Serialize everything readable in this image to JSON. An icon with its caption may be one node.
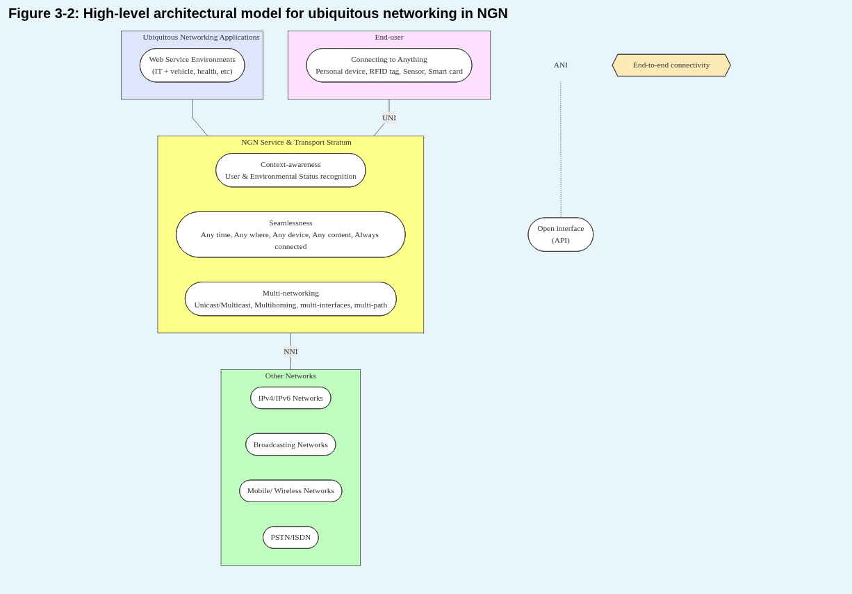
{
  "diagram": {
    "title": "Figure 3-2: High-level architectural model for ubiquitous networking in NGN",
    "nodes": [
      {
        "text": [
          "Ubiquitous Networking Applications"
        ]
      },
      {
        "text": [
          "Web Service Environments",
          "(IT + vehicle, health, etc)"
        ],
        "in": 0
      },
      {
        "text": [
          "End-user"
        ]
      },
      {
        "text": [
          "Connecting to Anything",
          "Personal device, RFID tag, Sensor, Smart card"
        ],
        "in": 2
      },
      {
        "text": [
          "NGN Service & Transport Stratum"
        ]
      },
      {
        "text": [
          "Context-awareness",
          "User & Environmental Status recognition"
        ],
        "in": 4
      },
      {
        "text": [
          "Seamlessness",
          "Any time, Any where, Any device, Any content, Always connected"
        ],
        "in": 4
      },
      {
        "text": [
          "Multi-networking",
          "Unicast/Multicast, Multihoming, multi-interfaces, multi-path"
        ],
        "in": 4
      },
      {
        "text": [
          "Other Networks"
        ]
      },
      {
        "text": [
          "IPv4/IPv6 Networks"
        ],
        "in": 8
      },
      {
        "text": [
          "Broadcasting Networks"
        ],
        "in": 8
      },
      {
        "text": [
          "Mobile/ Wireless Networks"
        ],
        "in": 8
      },
      {
        "text": [
          "PSTN/ISDN"
        ],
        "in": 8
      },
      {
        "text": [
          "Open interface",
          "(API)"
        ]
      },
      {
        "text": [
          "ANI"
        ]
      },
      {
        "text": [
          "End-to-end connectivity"
        ]
      }
    ],
    "edges": [
      {
        "from": 0,
        "to": 4,
        "arrow": "none"
      },
      {
        "from": 14,
        "to": 13,
        "arrow": "none",
        "style": "dashed"
      },
      {
        "from": 2,
        "to": 4,
        "arrow": "none",
        "label": "UNI"
      },
      {
        "from": 4,
        "to": 8,
        "arrow": "none",
        "label": "NNI"
      }
    ]
  }
}
